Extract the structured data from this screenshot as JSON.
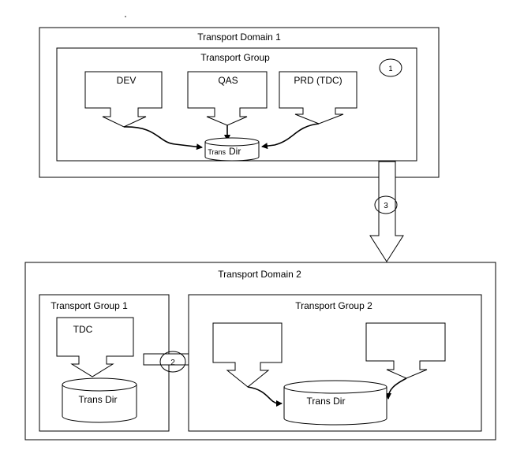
{
  "domain1": {
    "title": "Transport Domain 1",
    "group": {
      "title": "Transport Group",
      "badge": "1",
      "systems": [
        "DEV",
        "QAS",
        "PRD (TDC)"
      ],
      "trans_dir_prefix": "Trans",
      "trans_dir_suffix": "Dir"
    }
  },
  "link_badge": "3",
  "domain2": {
    "title": "Transport Domain 2",
    "group1": {
      "title": "Transport Group 1",
      "system": "TDC",
      "trans_dir": "Trans Dir"
    },
    "group_link_badge": "2",
    "group2": {
      "title": "Transport Group 2",
      "trans_dir": "Trans Dir"
    }
  }
}
